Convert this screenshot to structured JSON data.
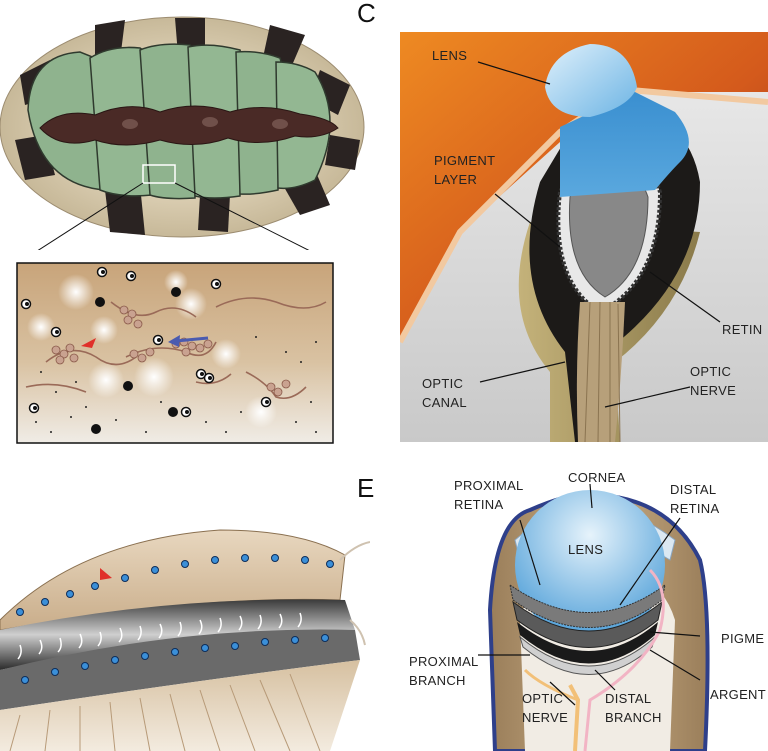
{
  "panels": {
    "c": {
      "letter": "C"
    },
    "e": {
      "letter": "E"
    }
  },
  "panel_c_labels": {
    "lens": "LENS",
    "pigment_1": "PIGMENT",
    "pigment_2": "LAYER",
    "retina": "RETIN",
    "optic_canal_1": "OPTIC",
    "optic_canal_2": "CANAL",
    "optic_nerve_1": "OPTIC",
    "optic_nerve_2": "NERVE"
  },
  "panel_e_labels": {
    "cornea": "CORNEA",
    "proximal_retina_1": "PROXIMAL",
    "proximal_retina_2": "RETINA",
    "distal_retina_1": "DISTAL",
    "distal_retina_2": "RETINA",
    "lens": "LENS",
    "pigment": "PIGME",
    "proximal_branch_1": "PROXIMAL",
    "proximal_branch_2": "BRANCH",
    "argent": "ARGENT",
    "optic_nerve_1": "OPTIC",
    "optic_nerve_2": "NERVE",
    "distal_branch_1": "DISTAL",
    "distal_branch_2": "BRANCH"
  },
  "colors": {
    "chiton_green": "#8fb38e",
    "chiton_dark": "#4a2a26",
    "arrow_red": "#e0302a",
    "arrow_blue": "#4a5bb0",
    "lens_blue": "#4f9fd8",
    "orange": "#e7801f"
  }
}
